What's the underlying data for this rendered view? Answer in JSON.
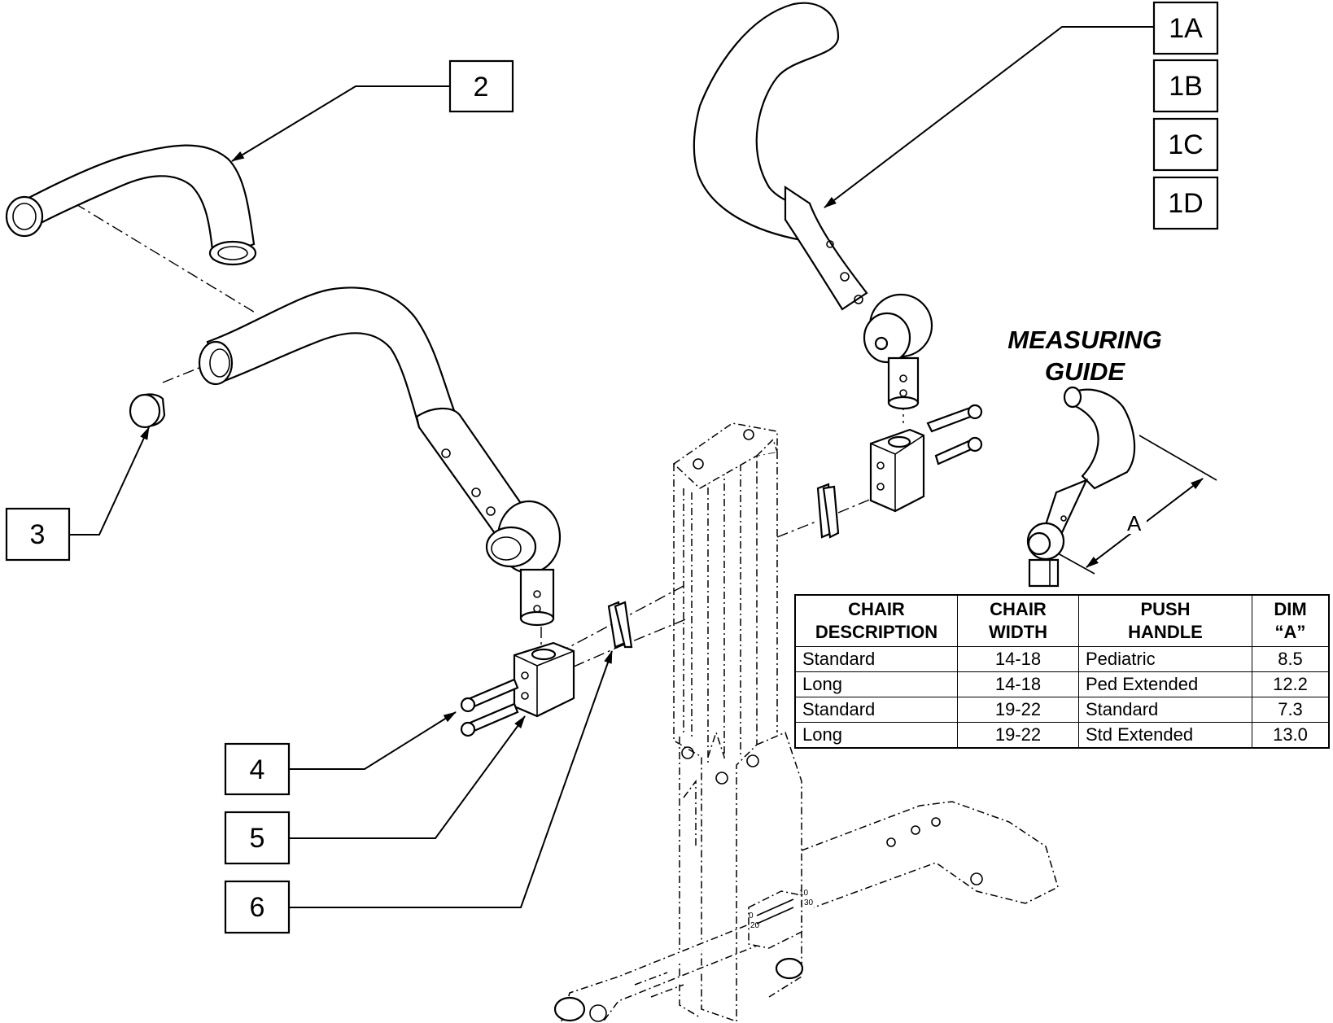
{
  "callouts": [
    {
      "id": "1A",
      "label": "1A"
    },
    {
      "id": "1B",
      "label": "1B"
    },
    {
      "id": "1C",
      "label": "1C"
    },
    {
      "id": "1D",
      "label": "1D"
    },
    {
      "id": "2",
      "label": "2"
    },
    {
      "id": "3",
      "label": "3"
    },
    {
      "id": "4",
      "label": "4"
    },
    {
      "id": "5",
      "label": "5"
    },
    {
      "id": "6",
      "label": "6"
    }
  ],
  "measuring_guide": {
    "title_line1": "MEASURING",
    "title_line2": "GUIDE",
    "dimension_label": "A"
  },
  "table": {
    "headers": [
      [
        "CHAIR",
        "DESCRIPTION"
      ],
      [
        "CHAIR",
        "WIDTH"
      ],
      [
        "PUSH",
        "HANDLE"
      ],
      [
        "DIM",
        "“A”"
      ]
    ],
    "rows": [
      [
        "Standard",
        "14-18",
        "Pediatric",
        "8.5"
      ],
      [
        "Long",
        "14-18",
        "Ped Extended",
        "12.2"
      ],
      [
        "Standard",
        "19-22",
        "Standard",
        "7.3"
      ],
      [
        "Long",
        "19-22",
        "Std Extended",
        "13.0"
      ]
    ]
  },
  "frame_scale_marks": [
    "10",
    "20",
    "30",
    "0"
  ]
}
